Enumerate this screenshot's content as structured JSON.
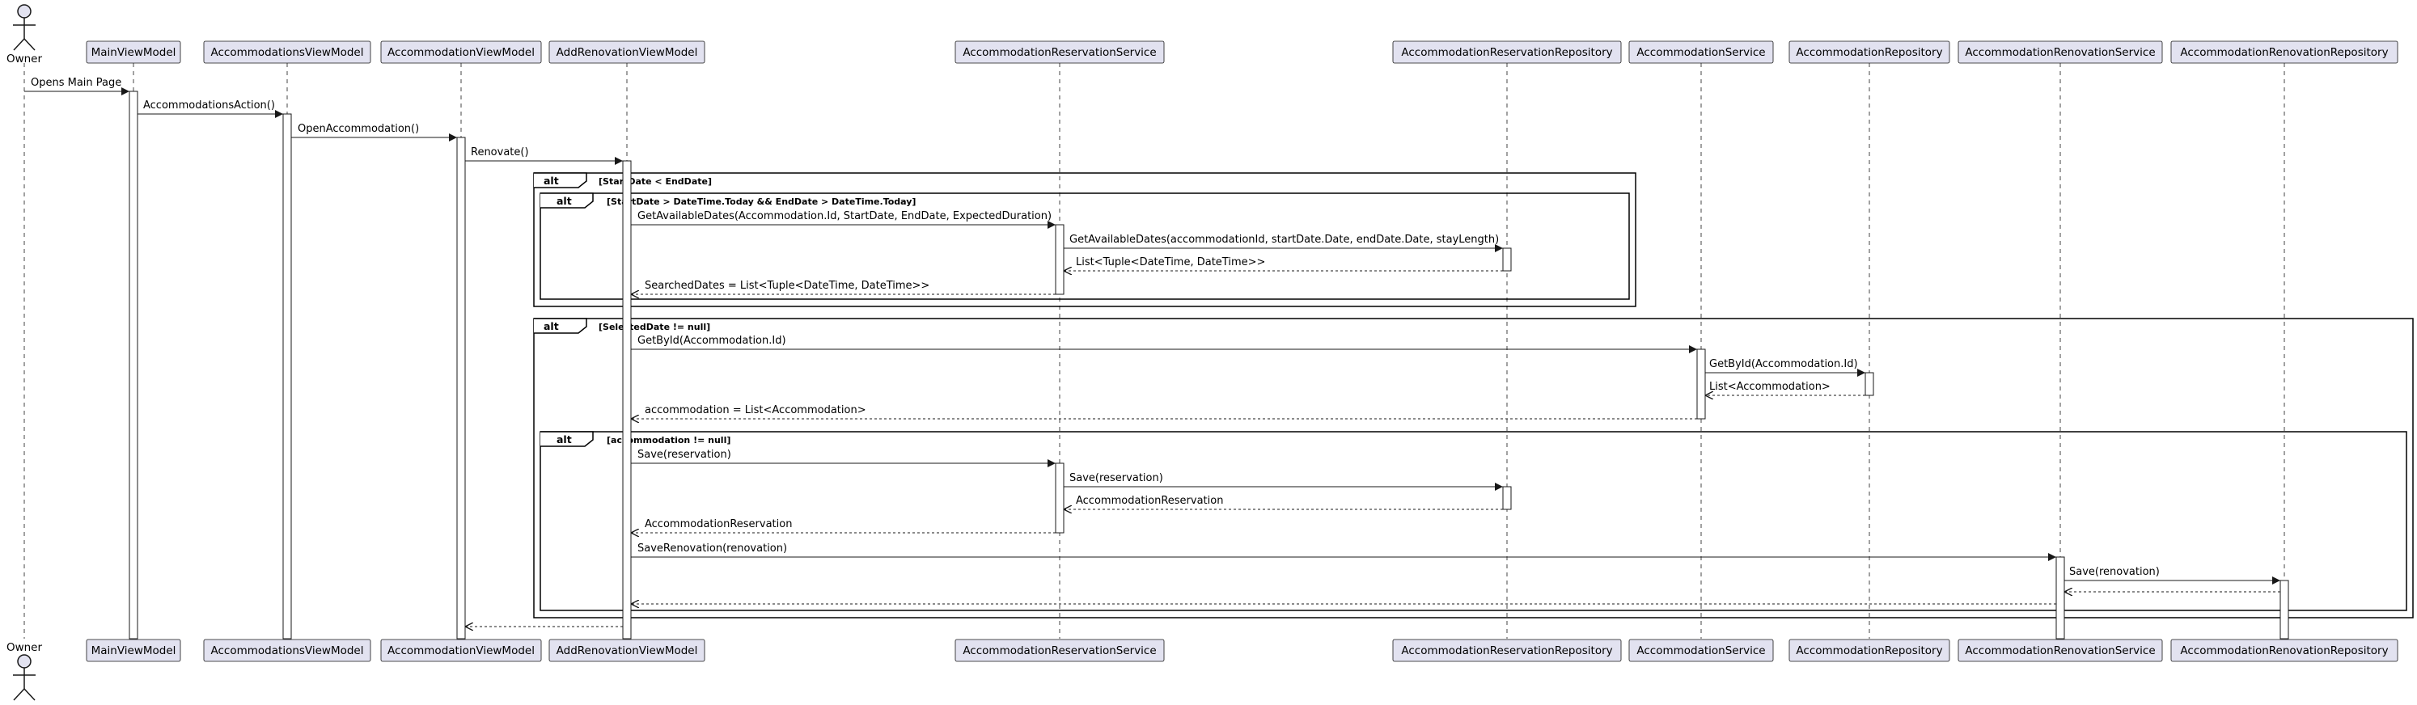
{
  "actor": {
    "name": "Owner"
  },
  "participants": [
    {
      "id": "main",
      "name": "MainViewModel"
    },
    {
      "id": "accs",
      "name": "AccommodationsViewModel"
    },
    {
      "id": "acc",
      "name": "AccommodationViewModel"
    },
    {
      "id": "addren",
      "name": "AddRenovationViewModel"
    },
    {
      "id": "ars",
      "name": "AccommodationReservationService"
    },
    {
      "id": "arr",
      "name": "AccommodationReservationRepository"
    },
    {
      "id": "as",
      "name": "AccommodationService"
    },
    {
      "id": "ar",
      "name": "AccommodationRepository"
    },
    {
      "id": "arenS",
      "name": "AccommodationRenovationService"
    },
    {
      "id": "arenR",
      "name": "AccommodationRenovationRepository"
    }
  ],
  "fragments": [
    {
      "keyword": "alt",
      "condition": "[StartDate < EndDate]"
    },
    {
      "keyword": "alt",
      "condition": "[StartDate > DateTime.Today && EndDate > DateTime.Today]"
    },
    {
      "keyword": "alt",
      "condition": "[SelectedDate != null]"
    },
    {
      "keyword": "alt",
      "condition": "[accommodation != null]"
    }
  ],
  "messages": [
    {
      "from": "owner",
      "to": "main",
      "label": "Opens Main Page",
      "type": "sync"
    },
    {
      "from": "main",
      "to": "accs",
      "label": "AccommodationsAction()",
      "type": "sync"
    },
    {
      "from": "accs",
      "to": "acc",
      "label": "OpenAccommodation()",
      "type": "sync"
    },
    {
      "from": "acc",
      "to": "addren",
      "label": "Renovate()",
      "type": "sync"
    },
    {
      "from": "addren",
      "to": "ars",
      "label": "GetAvailableDates(Accommodation.Id, StartDate, EndDate, ExpectedDuration)",
      "type": "sync"
    },
    {
      "from": "ars",
      "to": "arr",
      "label": "GetAvailableDates(accommodationId, startDate.Date, endDate.Date, stayLength)",
      "type": "sync"
    },
    {
      "from": "arr",
      "to": "ars",
      "label": "List<Tuple<DateTime, DateTime>>",
      "type": "return"
    },
    {
      "from": "ars",
      "to": "addren",
      "label": "SearchedDates = List<Tuple<DateTime, DateTime>>",
      "type": "return"
    },
    {
      "from": "addren",
      "to": "as",
      "label": "GetById(Accommodation.Id)",
      "type": "sync"
    },
    {
      "from": "as",
      "to": "ar",
      "label": "GetById(Accommodation.Id)",
      "type": "sync"
    },
    {
      "from": "ar",
      "to": "as",
      "label": "List<Accommodation>",
      "type": "return"
    },
    {
      "from": "as",
      "to": "addren",
      "label": "accommodation = List<Accommodation>",
      "type": "return"
    },
    {
      "from": "addren",
      "to": "ars",
      "label": "Save(reservation)",
      "type": "sync"
    },
    {
      "from": "ars",
      "to": "arr",
      "label": "Save(reservation)",
      "type": "sync"
    },
    {
      "from": "arr",
      "to": "ars",
      "label": "AccommodationReservation",
      "type": "return"
    },
    {
      "from": "ars",
      "to": "addren",
      "label": "AccommodationReservation",
      "type": "return"
    },
    {
      "from": "addren",
      "to": "arenS",
      "label": "SaveRenovation(renovation)",
      "type": "sync"
    },
    {
      "from": "arenS",
      "to": "arenR",
      "label": "Save(renovation)",
      "type": "sync"
    },
    {
      "from": "arenR",
      "to": "arenS",
      "label": "",
      "type": "return"
    },
    {
      "from": "arenS",
      "to": "addren",
      "label": "",
      "type": "return"
    },
    {
      "from": "addren",
      "to": "acc",
      "label": "",
      "type": "return"
    }
  ],
  "colors": {
    "participant_fill": "#e2e2f0",
    "participant_border": "#181818",
    "lifeline": "#181818",
    "activation_fill": "#ffffff"
  }
}
